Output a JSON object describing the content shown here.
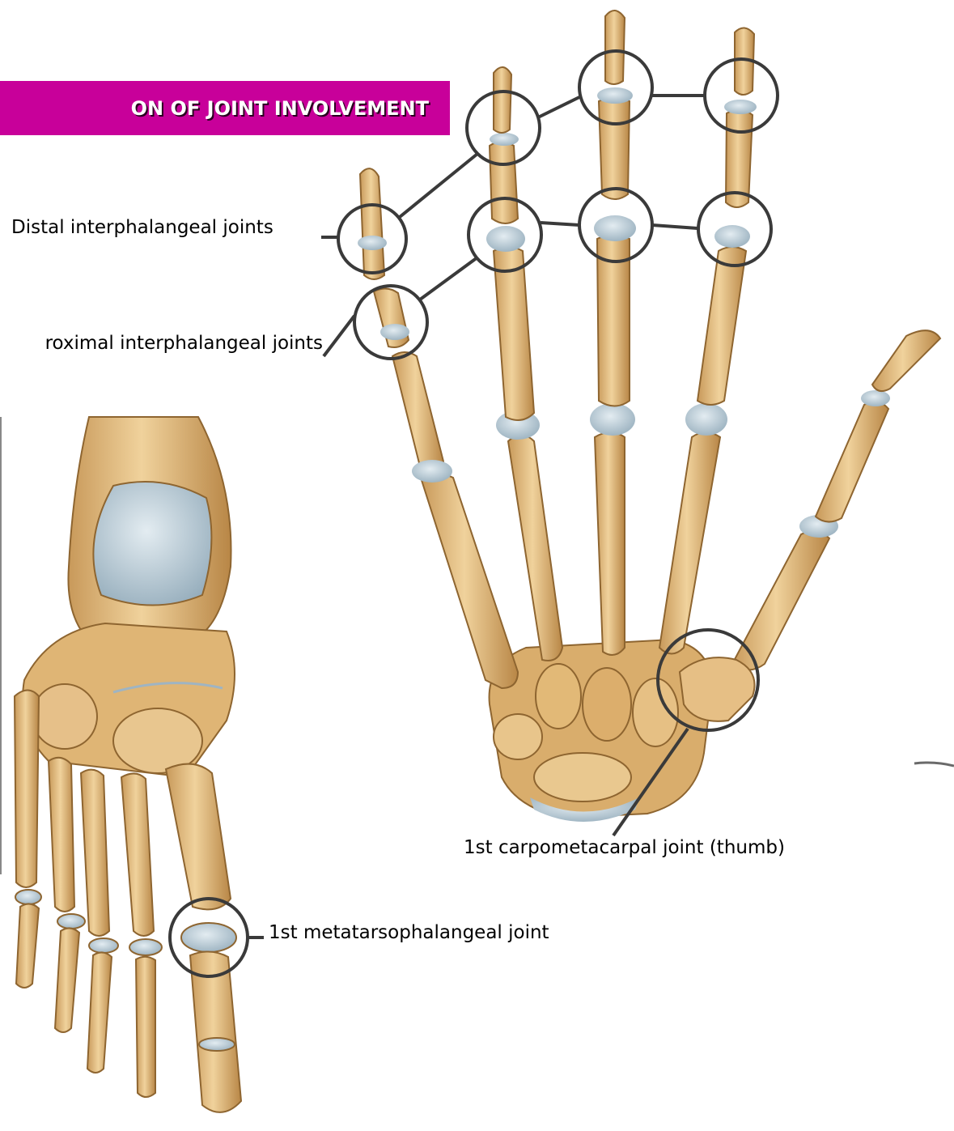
{
  "title": "ON OF JOINT INVOLVEMENT",
  "labels": {
    "distal_ip": "Distal interphalangeal joints",
    "proximal_ip": "roximal interphalangeal joints",
    "first_cmc": "1st carpometacarpal joint (thumb)",
    "first_mtp": "1st metatarsophalangeal joint"
  },
  "colors": {
    "banner": "#c8009a",
    "bone": "#e3bb7e",
    "bone_shadow": "#b98a4a",
    "cartilage": "#b9cbd6",
    "circle": "#3a3a3a"
  }
}
